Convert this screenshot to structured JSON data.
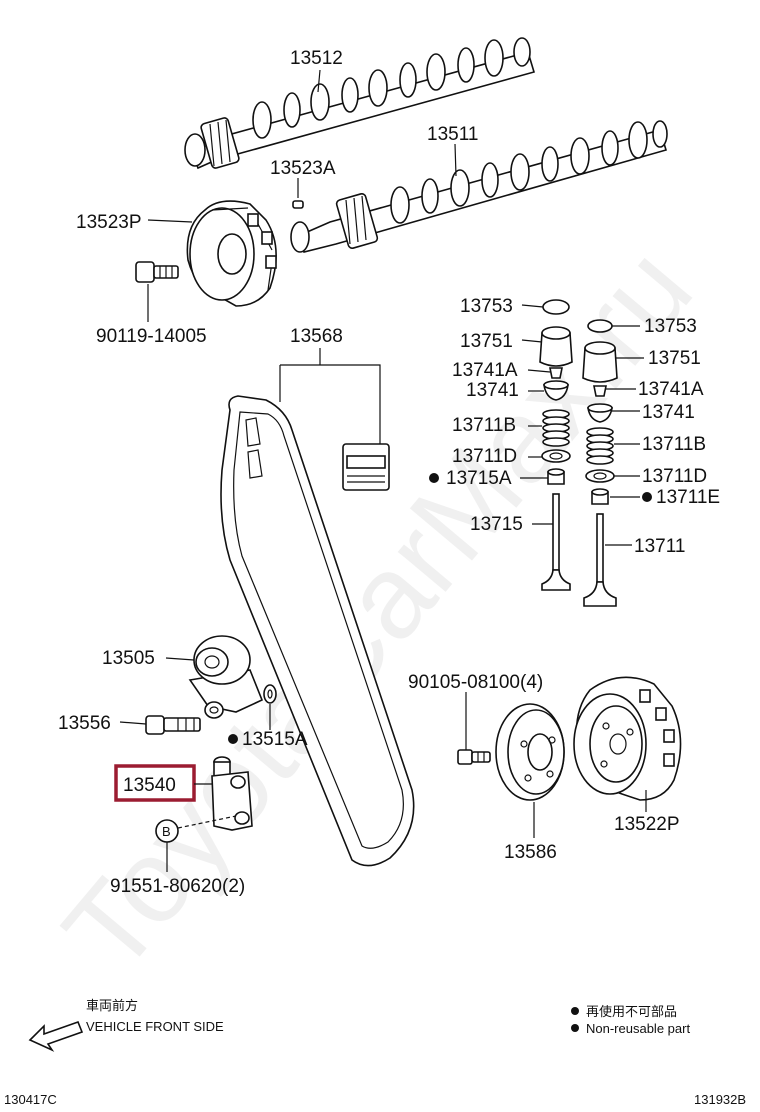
{
  "labels": {
    "p13512": "13512",
    "p13511": "13511",
    "p13523A": "13523A",
    "p13523P": "13523P",
    "p90119": "90119-14005",
    "p13568": "13568",
    "p13753_l": "13753",
    "p13751_l": "13751",
    "p13741A_l": "13741A",
    "p13741_l": "13741",
    "p13711B_l": "13711B",
    "p13711D_l": "13711D",
    "p13715A": "13715A",
    "p13715": "13715",
    "p13753_r": "13753",
    "p13751_r": "13751",
    "p13741A_r": "13741A",
    "p13741_r": "13741",
    "p13711B_r": "13711B",
    "p13711D_r": "13711D",
    "p13711E": "13711E",
    "p13711": "13711",
    "p13505": "13505",
    "p13556": "13556",
    "p13515A": "13515A",
    "p13540": "13540",
    "p91551": "91551-80620(2)",
    "p90105": "90105-08100(4)",
    "p13586": "13586",
    "p13522P": "13522P",
    "bolt_code": "B"
  },
  "front_side": {
    "japanese": "車両前方",
    "english": "VEHICLE FRONT SIDE"
  },
  "legend": {
    "japanese": "再使用不可部品",
    "english": "Non-reusable part"
  },
  "codes": {
    "left": "130417C",
    "right": "131932B"
  },
  "watermark": "ToyotaCarMax.ru",
  "colors": {
    "highlight": "#9b1c31",
    "ink": "#111111"
  }
}
